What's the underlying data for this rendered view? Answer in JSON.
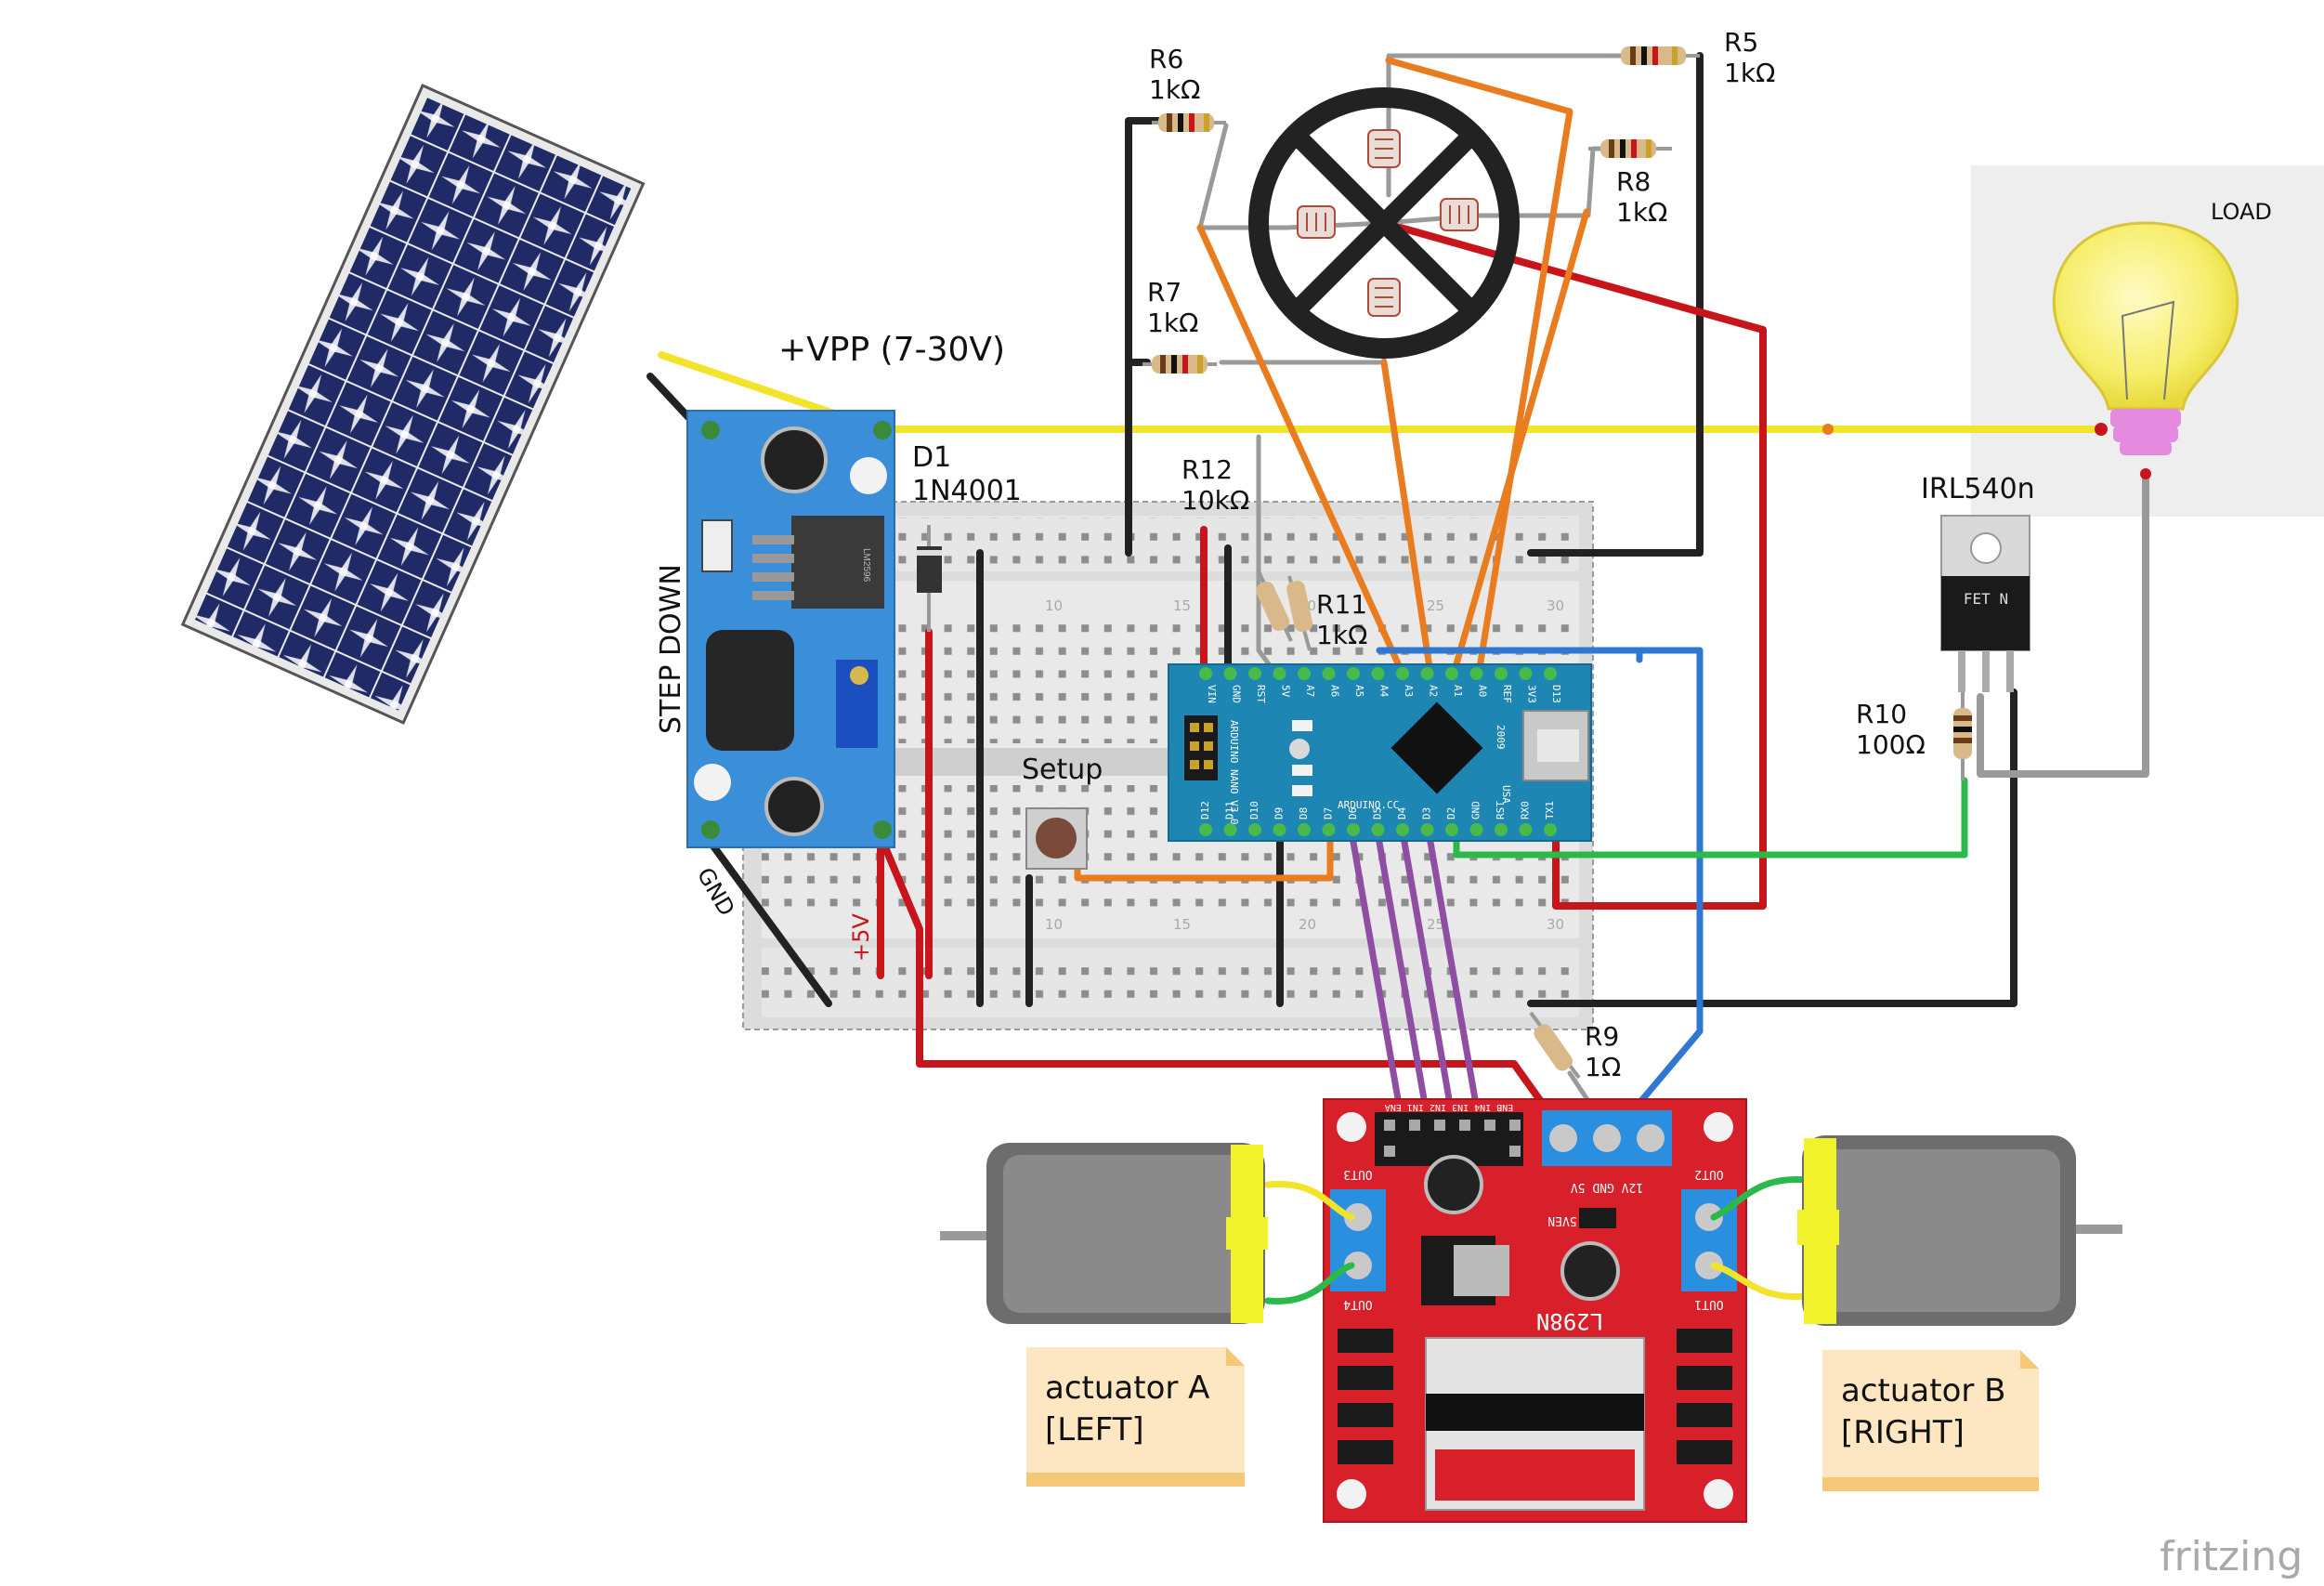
{
  "labels": {
    "vpp": "+VPP (7-30V)",
    "step_down": "STEP DOWN",
    "gnd": "GND",
    "plus5v": "+5V",
    "d1_name": "D1",
    "d1_part": "1N4001",
    "r5_name": "R5",
    "r5_val": "1kΩ",
    "r6_name": "R6",
    "r6_val": "1kΩ",
    "r7_name": "R7",
    "r7_val": "1kΩ",
    "r8_name": "R8",
    "r8_val": "1kΩ",
    "r9_name": "R9",
    "r9_val": "1Ω",
    "r10_name": "R10",
    "r10_val": "100Ω",
    "r11_name": "R11",
    "r11_val": "1kΩ",
    "r12_name": "R12",
    "r12_val": "10kΩ",
    "mosfet": "IRL540n",
    "mosfet_marking": "FET N",
    "load": "LOAD",
    "setup": "Setup",
    "regulator_chip": "LM2596",
    "nano_title": "ARDUINO NANO V3.0",
    "nano_brand": "ARDUINO.CC",
    "nano_year": "2009",
    "nano_usa": "USA",
    "driver_chip": "L298N",
    "out1": "OUT1",
    "out2": "OUT2",
    "out3": "OUT3",
    "out4": "OUT4",
    "driver_power": "12V GND 5V",
    "driver_5ven": "5VEN",
    "driver_inputs": "ENB IN4 IN3 IN2 IN1 ENA",
    "actuator_a_1": "actuator A",
    "actuator_a_2": "[LEFT]",
    "actuator_b_1": "actuator B",
    "actuator_b_2": "[RIGHT]",
    "brand": "fritzing"
  },
  "nano_top_pins": [
    "D12",
    "D11",
    "D10",
    "D9",
    "D8",
    "D7",
    "D6",
    "D5",
    "D4",
    "D3",
    "D2",
    "GND",
    "RST",
    "RX0",
    "TX1"
  ],
  "nano_bottom_pins": [
    "VIN",
    "GND",
    "RST",
    "5V",
    "A7",
    "A6",
    "A5",
    "A4",
    "A3",
    "A2",
    "A1",
    "A0",
    "REF",
    "3V3",
    "D13"
  ],
  "breadboard_numbers": [
    "10",
    "15",
    "20",
    "25",
    "30"
  ],
  "colors": {
    "yellow_wire": "#f2e32b",
    "red_wire": "#c8151b",
    "black_wire": "#222222",
    "orange_wire": "#e97c1f",
    "blue_wire": "#2f77d1",
    "green_wire": "#2ab94a",
    "purple_wire": "#8e4fa3",
    "grey_wire": "#9a9a9a",
    "regulator_board": "#3b8fd9",
    "nano_board": "#1e86b3",
    "driver_board": "#d8202a",
    "terminal_block": "#2b8fe0"
  }
}
